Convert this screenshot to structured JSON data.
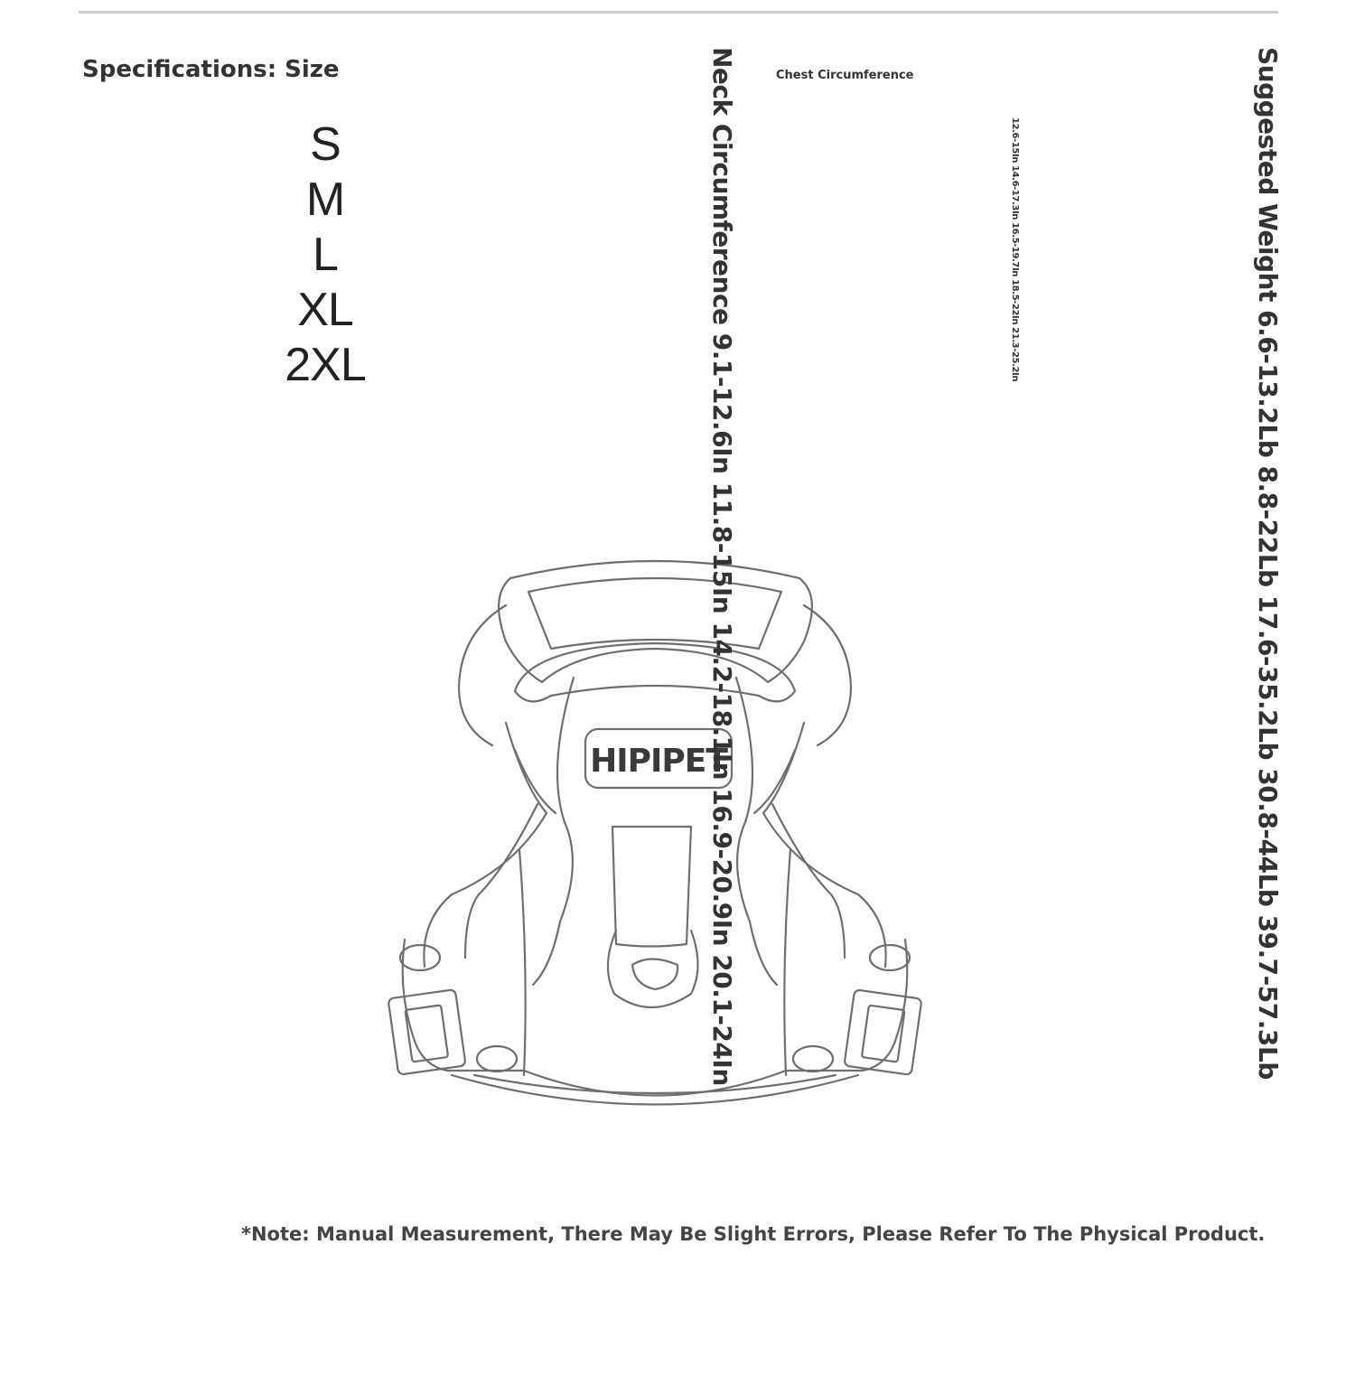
{
  "page": {
    "title": "Specifications: Size",
    "note": "*Note: Manual Measurement, There May Be Slight Errors, Please Refer To The Physical Product."
  },
  "sizes": [
    "S",
    "M",
    "L",
    "XL",
    "2XL"
  ],
  "neck": {
    "label": "Neck Circumference 9.1-12.6In 11.8-15In 14.2-18.1In 16.9-20.9In 20.1-24In"
  },
  "chest": {
    "label": "Chest Circumference",
    "values": "12.6-15In 14.6-17.3In 16.5-19.7In 18.5-22In 21.3-25.2In"
  },
  "weight": {
    "label": "Suggested Weight 6.6-13.2Lb 8.8-22Lb 17.6-35.2Lb 30.8-44Lb 39.7-57.3Lb"
  },
  "harness": {
    "brand_text": "HIPIPET",
    "icon": "dog-harness-line-drawing"
  }
}
